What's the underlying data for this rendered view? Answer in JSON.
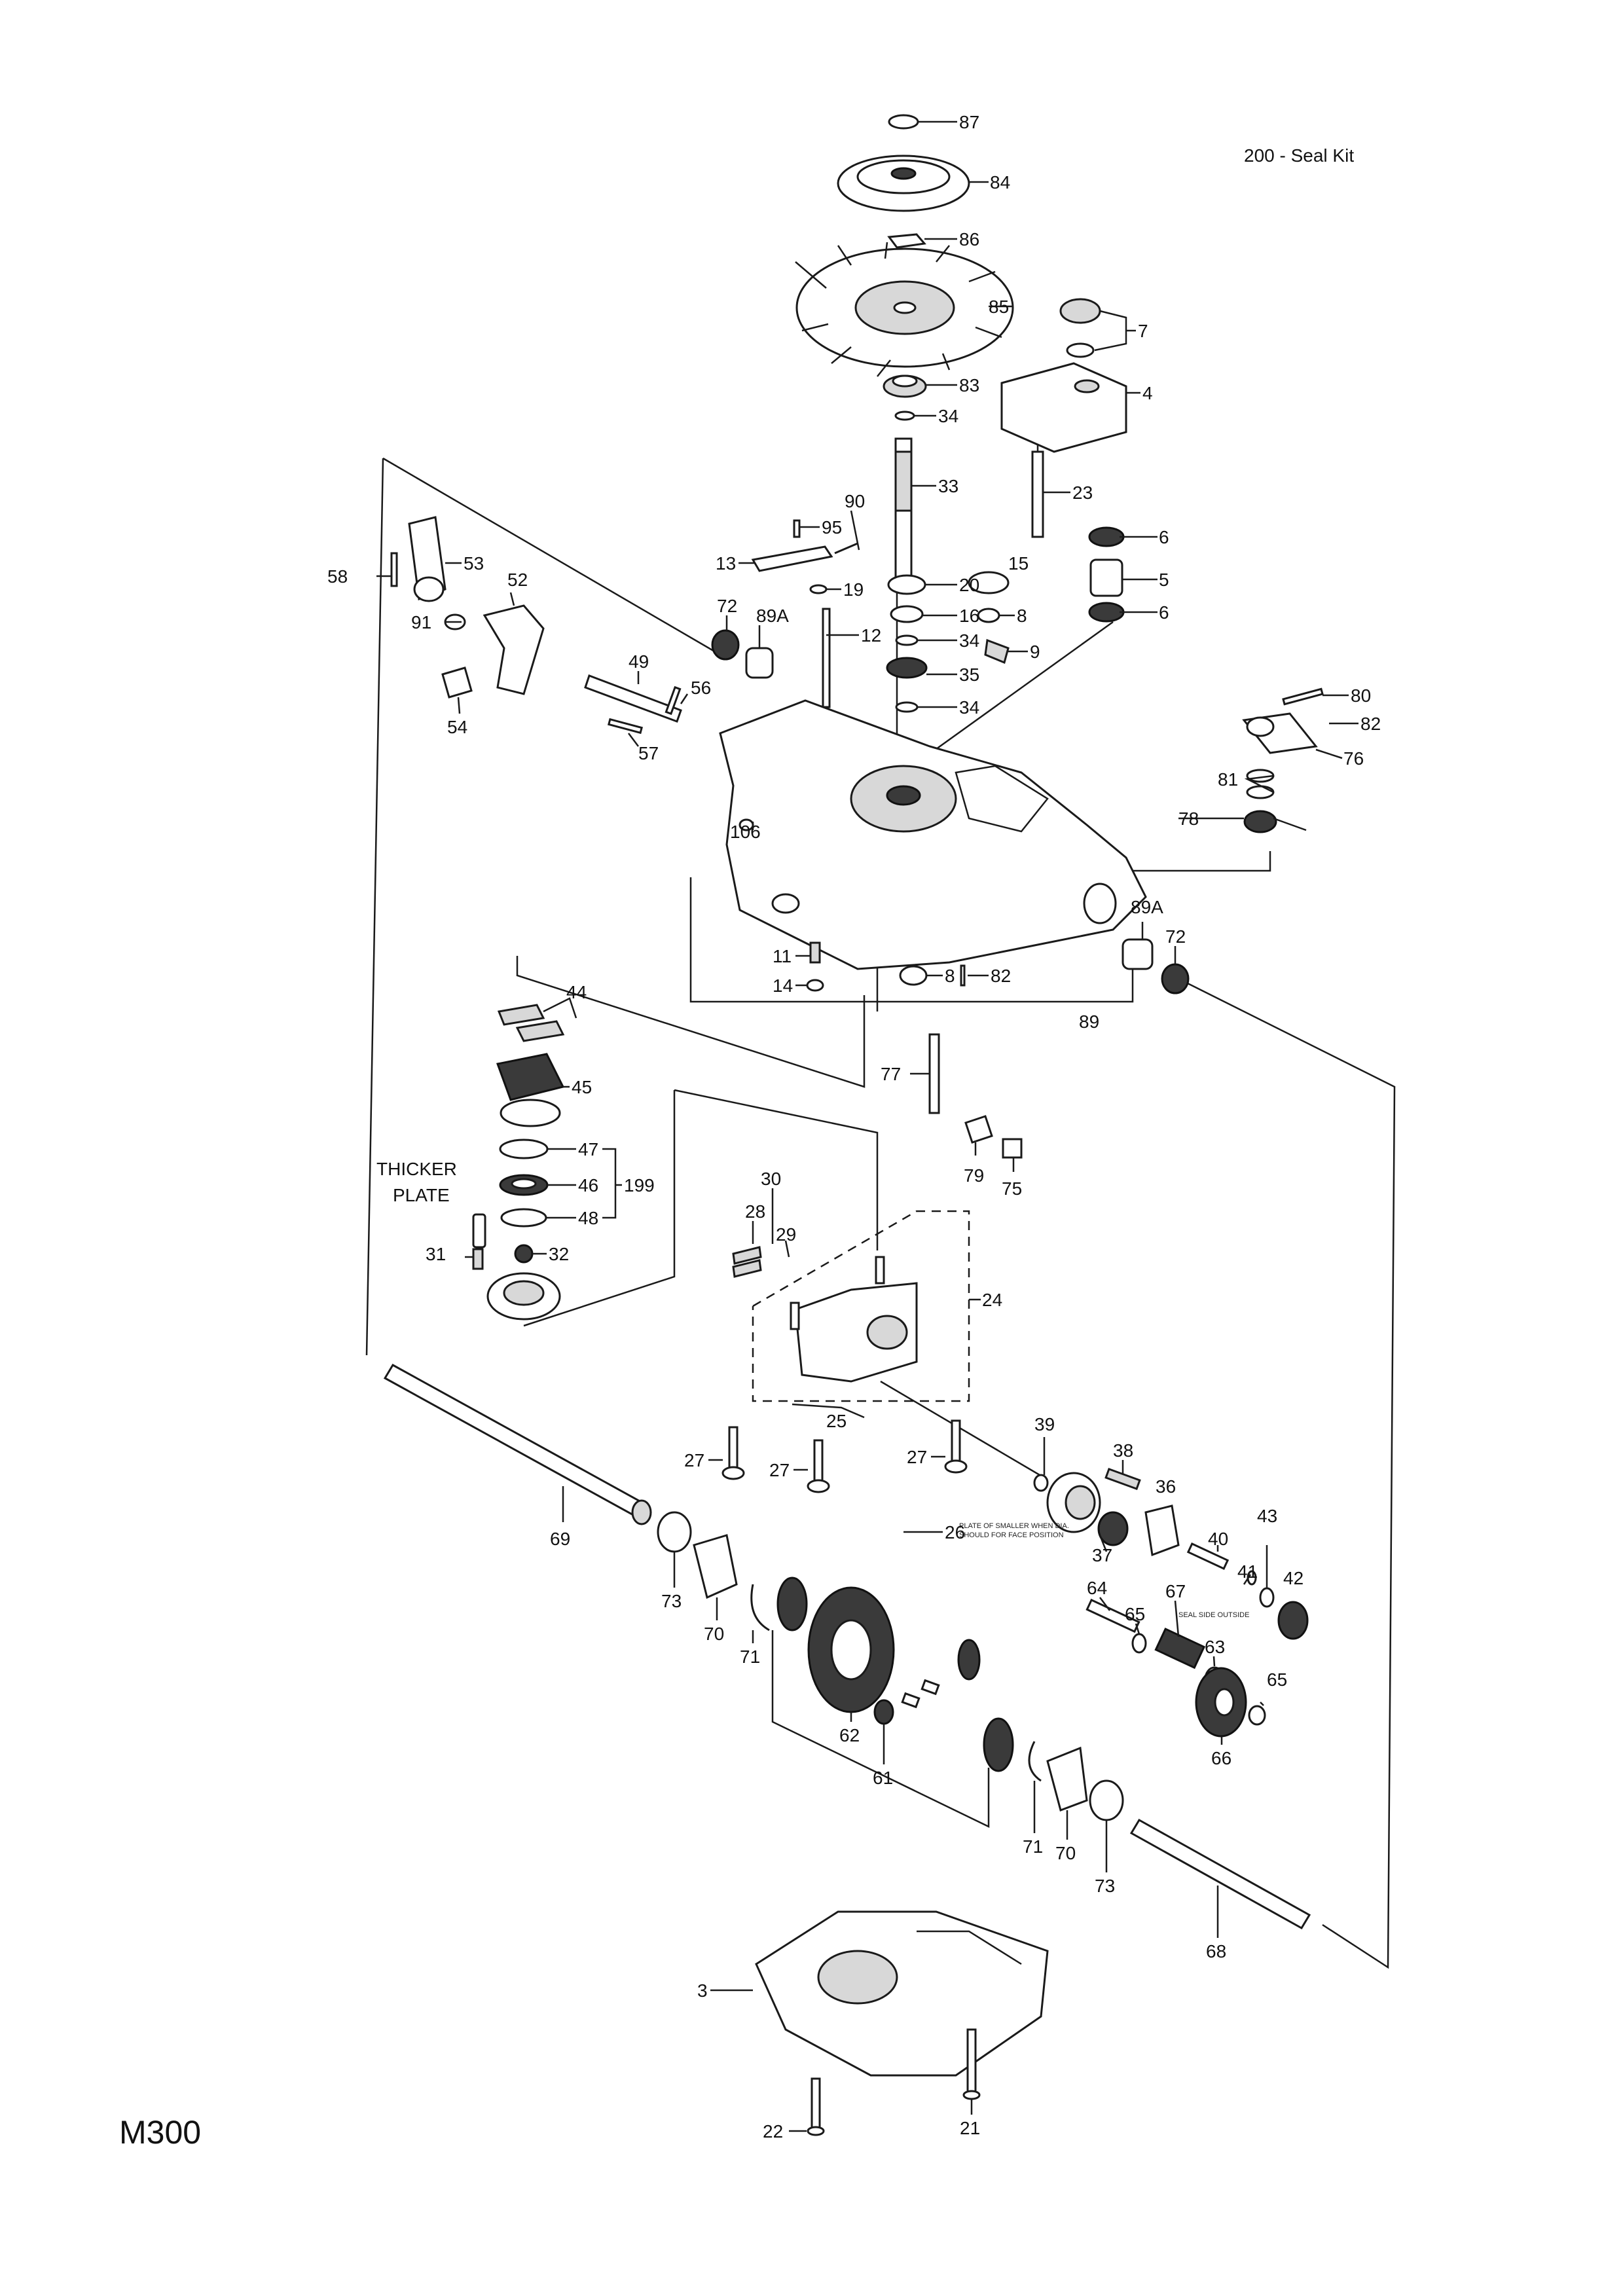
{
  "header": {
    "seal_kit_note": "200 - Seal Kit"
  },
  "footer": {
    "model_code": "M300"
  },
  "callouts": {
    "p87": "87",
    "p84": "84",
    "p86": "86",
    "p85": "85",
    "p7": "7",
    "p83": "83",
    "p4": "4",
    "p34a": "34",
    "p33": "33",
    "p23": "23",
    "p90": "90",
    "p95": "95",
    "p13": "13",
    "p15": "15",
    "p6a": "6",
    "p5": "5",
    "p6b": "6",
    "p19": "19",
    "p20": "20",
    "p16": "16",
    "p8a": "8",
    "p12": "12",
    "p34b": "34",
    "p9": "9",
    "p35": "35",
    "p34c": "34",
    "p58": "58",
    "p53": "53",
    "p52": "52",
    "p91": "91",
    "p54": "54",
    "p72a": "72",
    "p89Aa": "89A",
    "p49": "49",
    "p56": "56",
    "p57": "57",
    "p80": "80",
    "p82a": "82",
    "p76": "76",
    "p81": "81",
    "p78": "78",
    "p106": "106",
    "p89Ab": "89A",
    "p72b": "72",
    "p11": "11",
    "p14": "14",
    "p8b": "8",
    "p82b": "82",
    "p89": "89",
    "p44": "44",
    "p45": "45",
    "p47": "47",
    "p46": "46",
    "p199": "199",
    "p48": "48",
    "thicker": "THICKER",
    "plate": "PLATE",
    "p31": "31",
    "p32": "32",
    "p77": "77",
    "p79": "79",
    "p75": "75",
    "p30": "30",
    "p28": "28",
    "p29": "29",
    "p24": "24",
    "p25": "25",
    "p27a": "27",
    "p27b": "27",
    "p27c": "27",
    "p39": "39",
    "p38": "38",
    "p36": "36",
    "p26": "26",
    "p37": "37",
    "p40": "40",
    "p43": "43",
    "p41": "41",
    "p42": "42",
    "p64": "64",
    "p65a": "65",
    "p67": "67",
    "p63": "63",
    "p65b": "65",
    "p66": "66",
    "p69": "69",
    "p73a": "73",
    "p70a": "70",
    "p71a": "71",
    "p62": "62",
    "p61": "61",
    "p71b": "71",
    "p70b": "70",
    "p73b": "73",
    "p68": "68",
    "p3": "3",
    "p21": "21",
    "p22": "22"
  },
  "notes": {
    "plate_smaller_line1": "PLATE OF SMALLER WHEN DIA.",
    "plate_smaller_line2": "SHOULD FOR FACE POSITION",
    "seal_line": "SEAL SIDE OUTSIDE"
  }
}
